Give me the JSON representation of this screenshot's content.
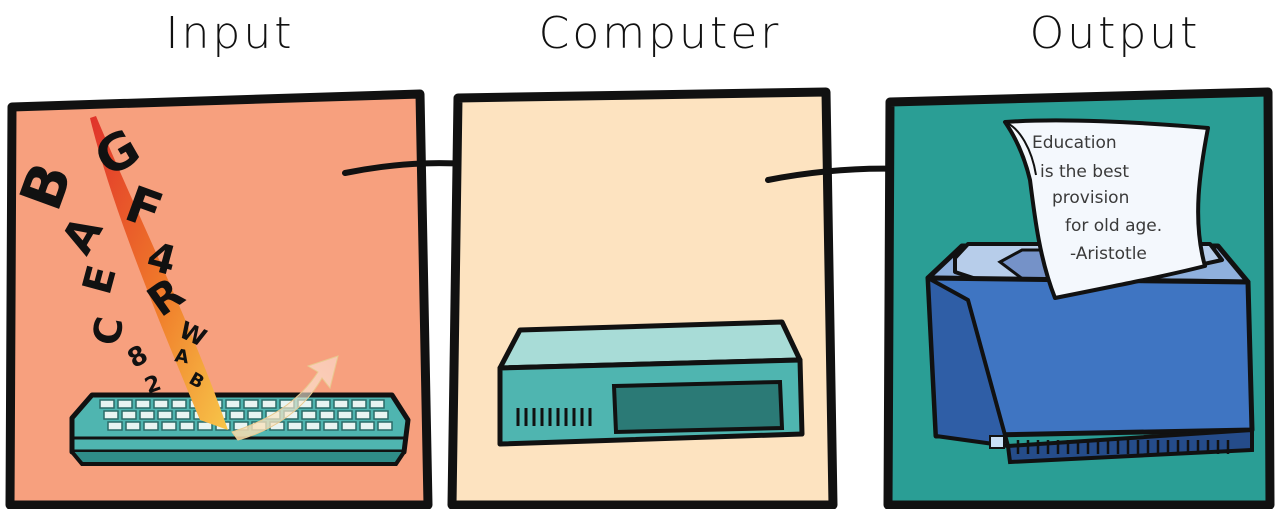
{
  "titles": {
    "input": "Input",
    "computer": "Computer",
    "output": "Output"
  },
  "quote": {
    "lines": [
      "Education",
      "is the best",
      "provision",
      "for old age.",
      "-Aristotle"
    ]
  },
  "input_letters": [
    "B",
    "G",
    "F",
    "A",
    "4",
    "E",
    "R",
    "C",
    "W",
    "8",
    "A",
    "2",
    "B"
  ],
  "colors": {
    "input_panel": "#f7a07e",
    "computer_panel": "#fde3c0",
    "output_panel": "#2a9e95",
    "device_teal": "#4fb5b0",
    "printer_blue": "#3f75c2",
    "outline": "#111111"
  }
}
